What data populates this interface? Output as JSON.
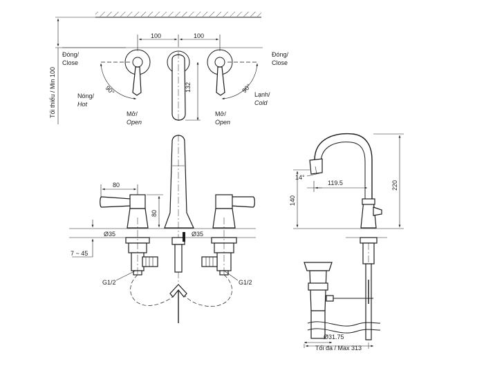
{
  "dimensions": {
    "spacing_left": "100",
    "spacing_right": "100",
    "min_height": "Tối thiểu / Min 100",
    "valve_height": "132",
    "handle_length": "80",
    "handle_height": "80",
    "thread_left": "G1/2",
    "thread_right": "G1/2",
    "dia_left": "Ø35",
    "dia_right": "Ø35",
    "thickness_label": "7 ~ 45",
    "spout_angle": "14°",
    "spout_reach": "119.5",
    "spout_height": "140",
    "total_height": "220",
    "drain_dia": "Ø31.75",
    "max_label": "Tối đa / Max 313"
  },
  "handles": {
    "left_close_vi": "Đóng/",
    "left_close_en": "Close",
    "right_close_vi": "Đóng/",
    "right_close_en": "Close",
    "hot_vi": "Nóng/",
    "hot_en": "Hot",
    "cold_vi": "Lạnh/",
    "cold_en": "Cold",
    "left_open_vi": "Mở/",
    "left_open_en": "Open",
    "right_open_vi": "Mở/",
    "right_open_en": "Open",
    "angle_left": "90°",
    "angle_right": "90°"
  }
}
